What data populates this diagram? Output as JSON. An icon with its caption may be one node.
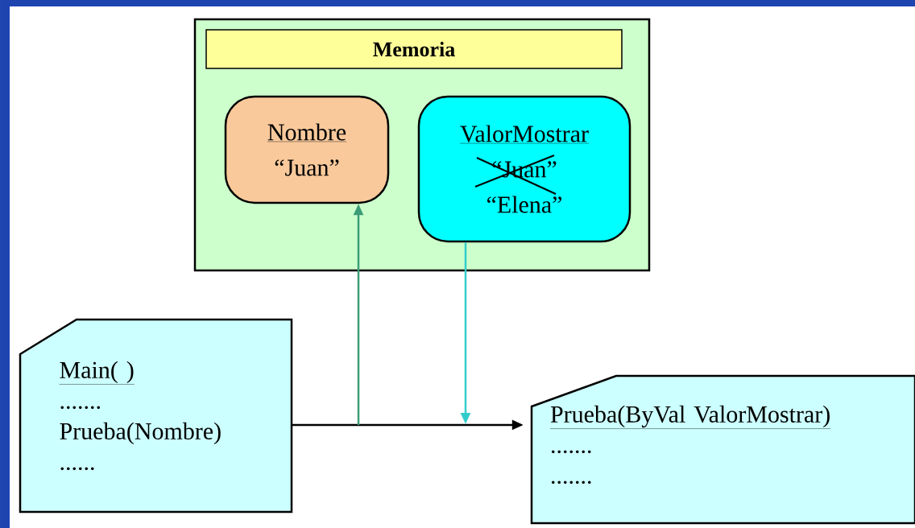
{
  "diagram": {
    "nodes": [
      {
        "text": [
          "Memoria"
        ]
      },
      {
        "text": [
          "Nombre",
          "“Juan”"
        ],
        "in": 0
      },
      {
        "text": [
          "ValorMostrar",
          "“Juan”",
          "“Elena”"
        ],
        "in": 0
      },
      {
        "text": [
          "Main( )",
          ".......",
          "Prueba(Nombre)",
          "......"
        ]
      },
      {
        "text": [
          "Prueba(ByVal ValorMostrar)",
          ".......",
          "......."
        ]
      }
    ],
    "edges": [
      {
        "from": 3,
        "to": 4,
        "arrow": "to"
      },
      {
        "from": null,
        "to": 1,
        "arrow": "to",
        "color": "#3c9c78"
      },
      {
        "from": 2,
        "to": null,
        "arrow": "to",
        "color": "#33cccc"
      }
    ]
  }
}
